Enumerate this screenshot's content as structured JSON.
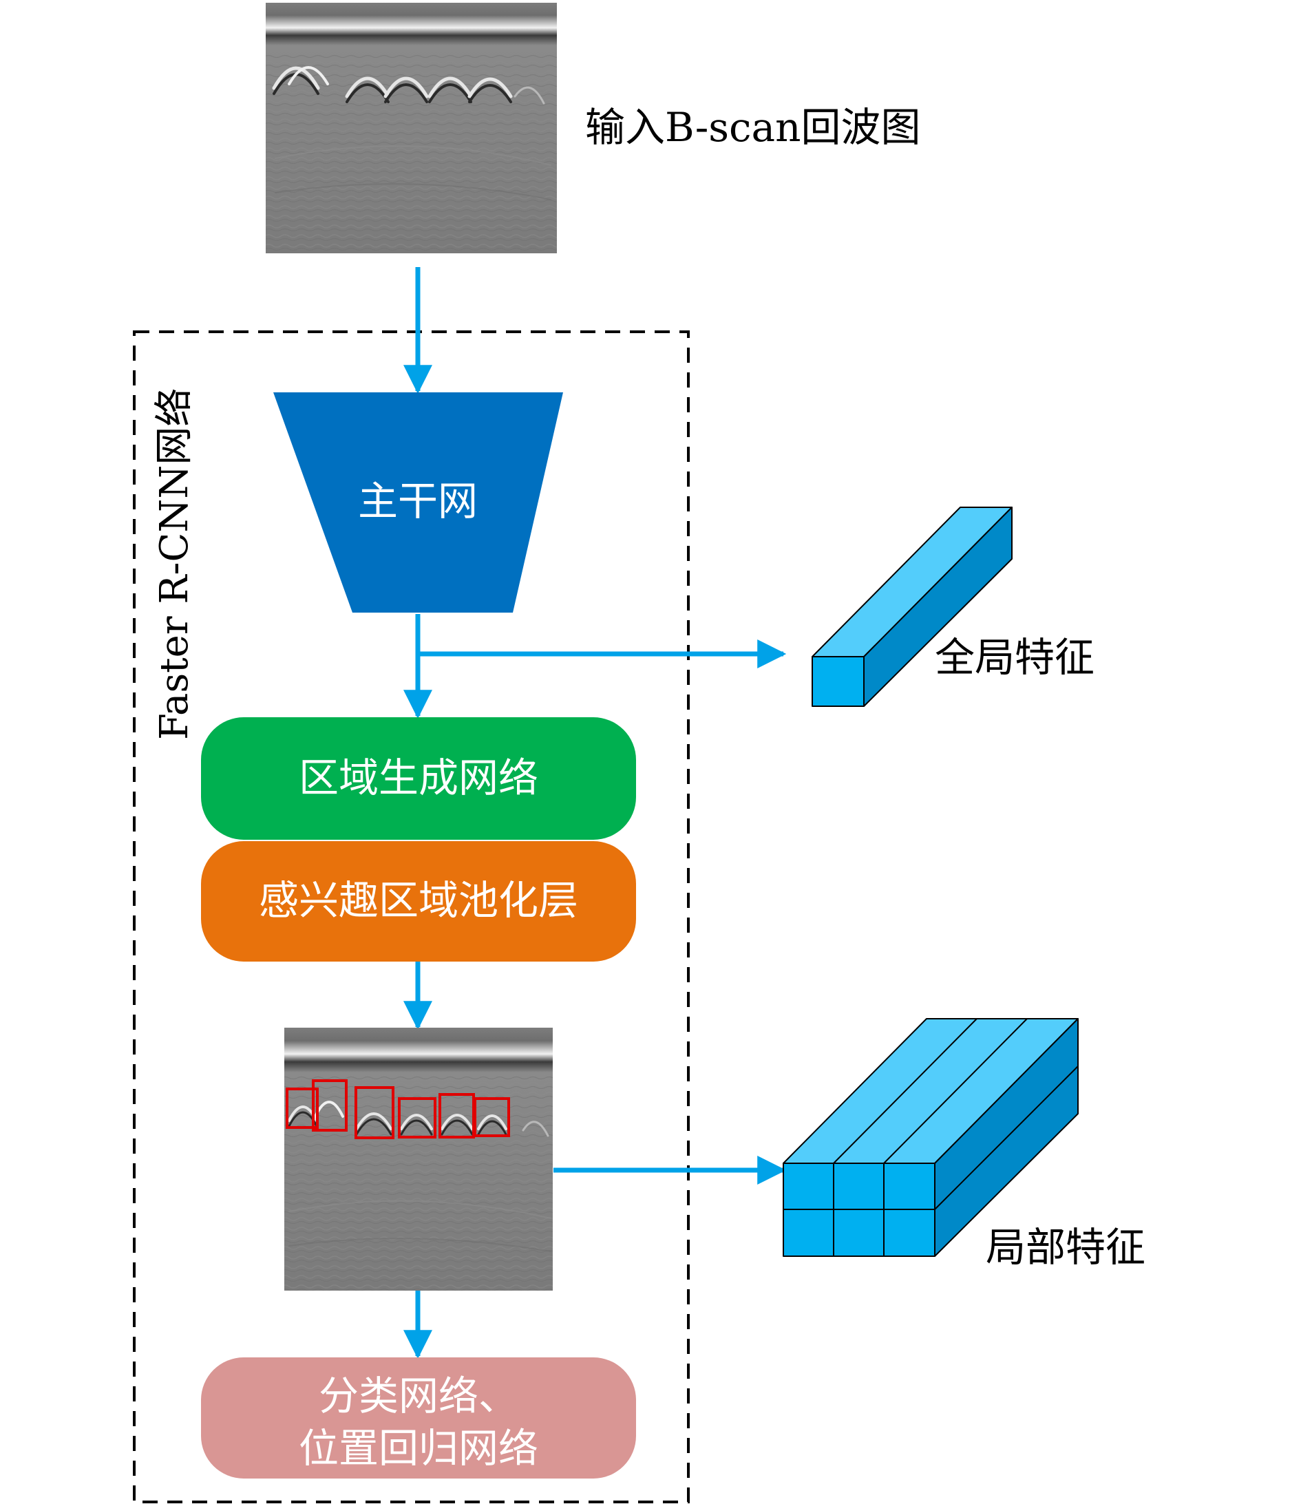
{
  "input_label": "输入B-scan回波图",
  "frame_label": "Faster R-CNN网络",
  "backbone_label": "主干网",
  "rpn_label": "区域生成网络",
  "roi_label": "感兴趣区域池化层",
  "head_label_line1": "分类网络、",
  "head_label_line2": "位置回归网络",
  "global_feature_label": "全局特征",
  "local_feature_label": "局部特征",
  "colors": {
    "arrow": "#00a2e8",
    "backbone": "#0070c0",
    "rpn": "#00b050",
    "roi": "#e8720c",
    "head": "#d99694",
    "cube_front": "#00b0f0",
    "cube_top": "#53cdfb",
    "cube_side": "#0089c8",
    "detection_box": "#e00000"
  }
}
